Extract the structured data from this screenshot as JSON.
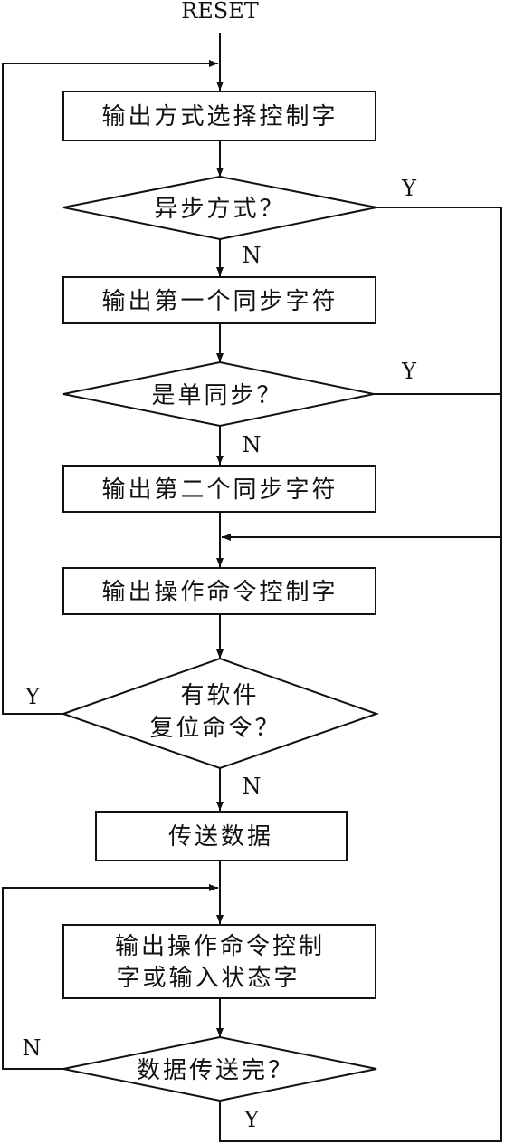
{
  "start_label": "RESET",
  "nodes": {
    "output_mode_word": "输出方式选择控制字",
    "is_async": "异步方式？",
    "output_sync_char_1": "输出第一个同步字符",
    "is_single_sync": "是单同步？",
    "output_sync_char_2": "输出第二个同步字符",
    "output_command_word": "输出操作命令控制字",
    "has_soft_reset_line1": "有软件",
    "has_soft_reset_line2": "复位命令？",
    "transfer_data": "传送数据",
    "output_cmd_or_status_line1": "输出操作命令控制",
    "output_cmd_or_status_line2": "字或输入状态字",
    "transfer_done": "数据传送完？"
  },
  "edge_labels": {
    "yes": "Y",
    "no": "N"
  }
}
